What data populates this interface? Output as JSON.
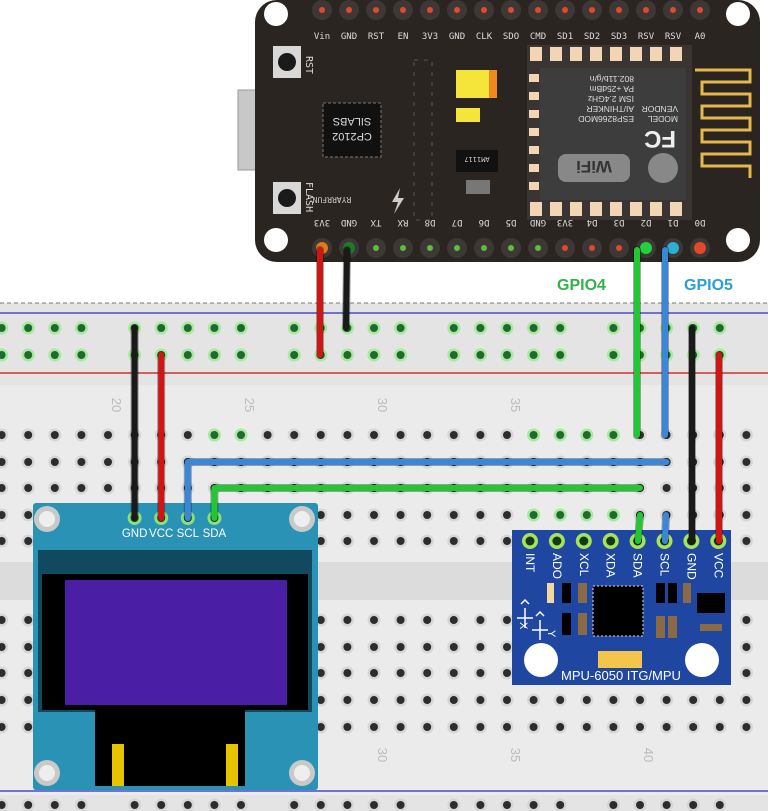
{
  "labels": {
    "gpio4": "GPIO4",
    "gpio5": "GPIO5"
  },
  "colors": {
    "gpio4": "#2fb34a",
    "gpio5": "#2a9fd6",
    "wire_red": "#d01515",
    "wire_black": "#1a1a1a",
    "wire_green": "#22c833",
    "wire_blue": "#3a86d8",
    "board_esp": "#2b2522",
    "board_oled": "#2a93b5",
    "board_mpu": "#1f47a1",
    "oled_screen": "#4a1fa6"
  },
  "breadboard": {
    "column_labels_top": [
      "20",
      "25",
      "30",
      "35"
    ],
    "column_labels_bottom": [
      "30",
      "35",
      "40"
    ]
  },
  "esp": {
    "top_pins": [
      "Vin",
      "GND",
      "RST",
      "EN",
      "3V3",
      "GND",
      "CLK",
      "SDO",
      "CMD",
      "SD1",
      "SD2",
      "SD3",
      "RSV",
      "RSV",
      "A0"
    ],
    "bottom_pins": [
      "3V3",
      "GND",
      "TX",
      "RX",
      "D8",
      "D7",
      "D6",
      "D5",
      "GND",
      "3V3",
      "D4",
      "D3",
      "D2",
      "D1",
      "D0"
    ],
    "rst_label": "RST",
    "flash_label": "FLASH",
    "usb_chip": [
      "SILABS",
      "CP2102"
    ],
    "regulator": "AM1117",
    "maker": "RYARRFUN",
    "module_text": [
      "MODEL",
      "VENDOR",
      "ESP8266MOD",
      "AI/THINKER",
      "ISM 2.4GHz",
      "PA +25dBm",
      "802.11b/g/n"
    ],
    "wifi_logo": "WiFi",
    "fcc_logo": "FC"
  },
  "oled": {
    "pins": [
      "GND",
      "VCC",
      "SCL",
      "SDA"
    ]
  },
  "mpu": {
    "pins": [
      "INT",
      "ADO",
      "XCL",
      "XDA",
      "SDA",
      "SCL",
      "GND",
      "VCC"
    ],
    "title": "MPU-6050 ITG/MPU",
    "axis_x": "X",
    "axis_y": "Y"
  }
}
